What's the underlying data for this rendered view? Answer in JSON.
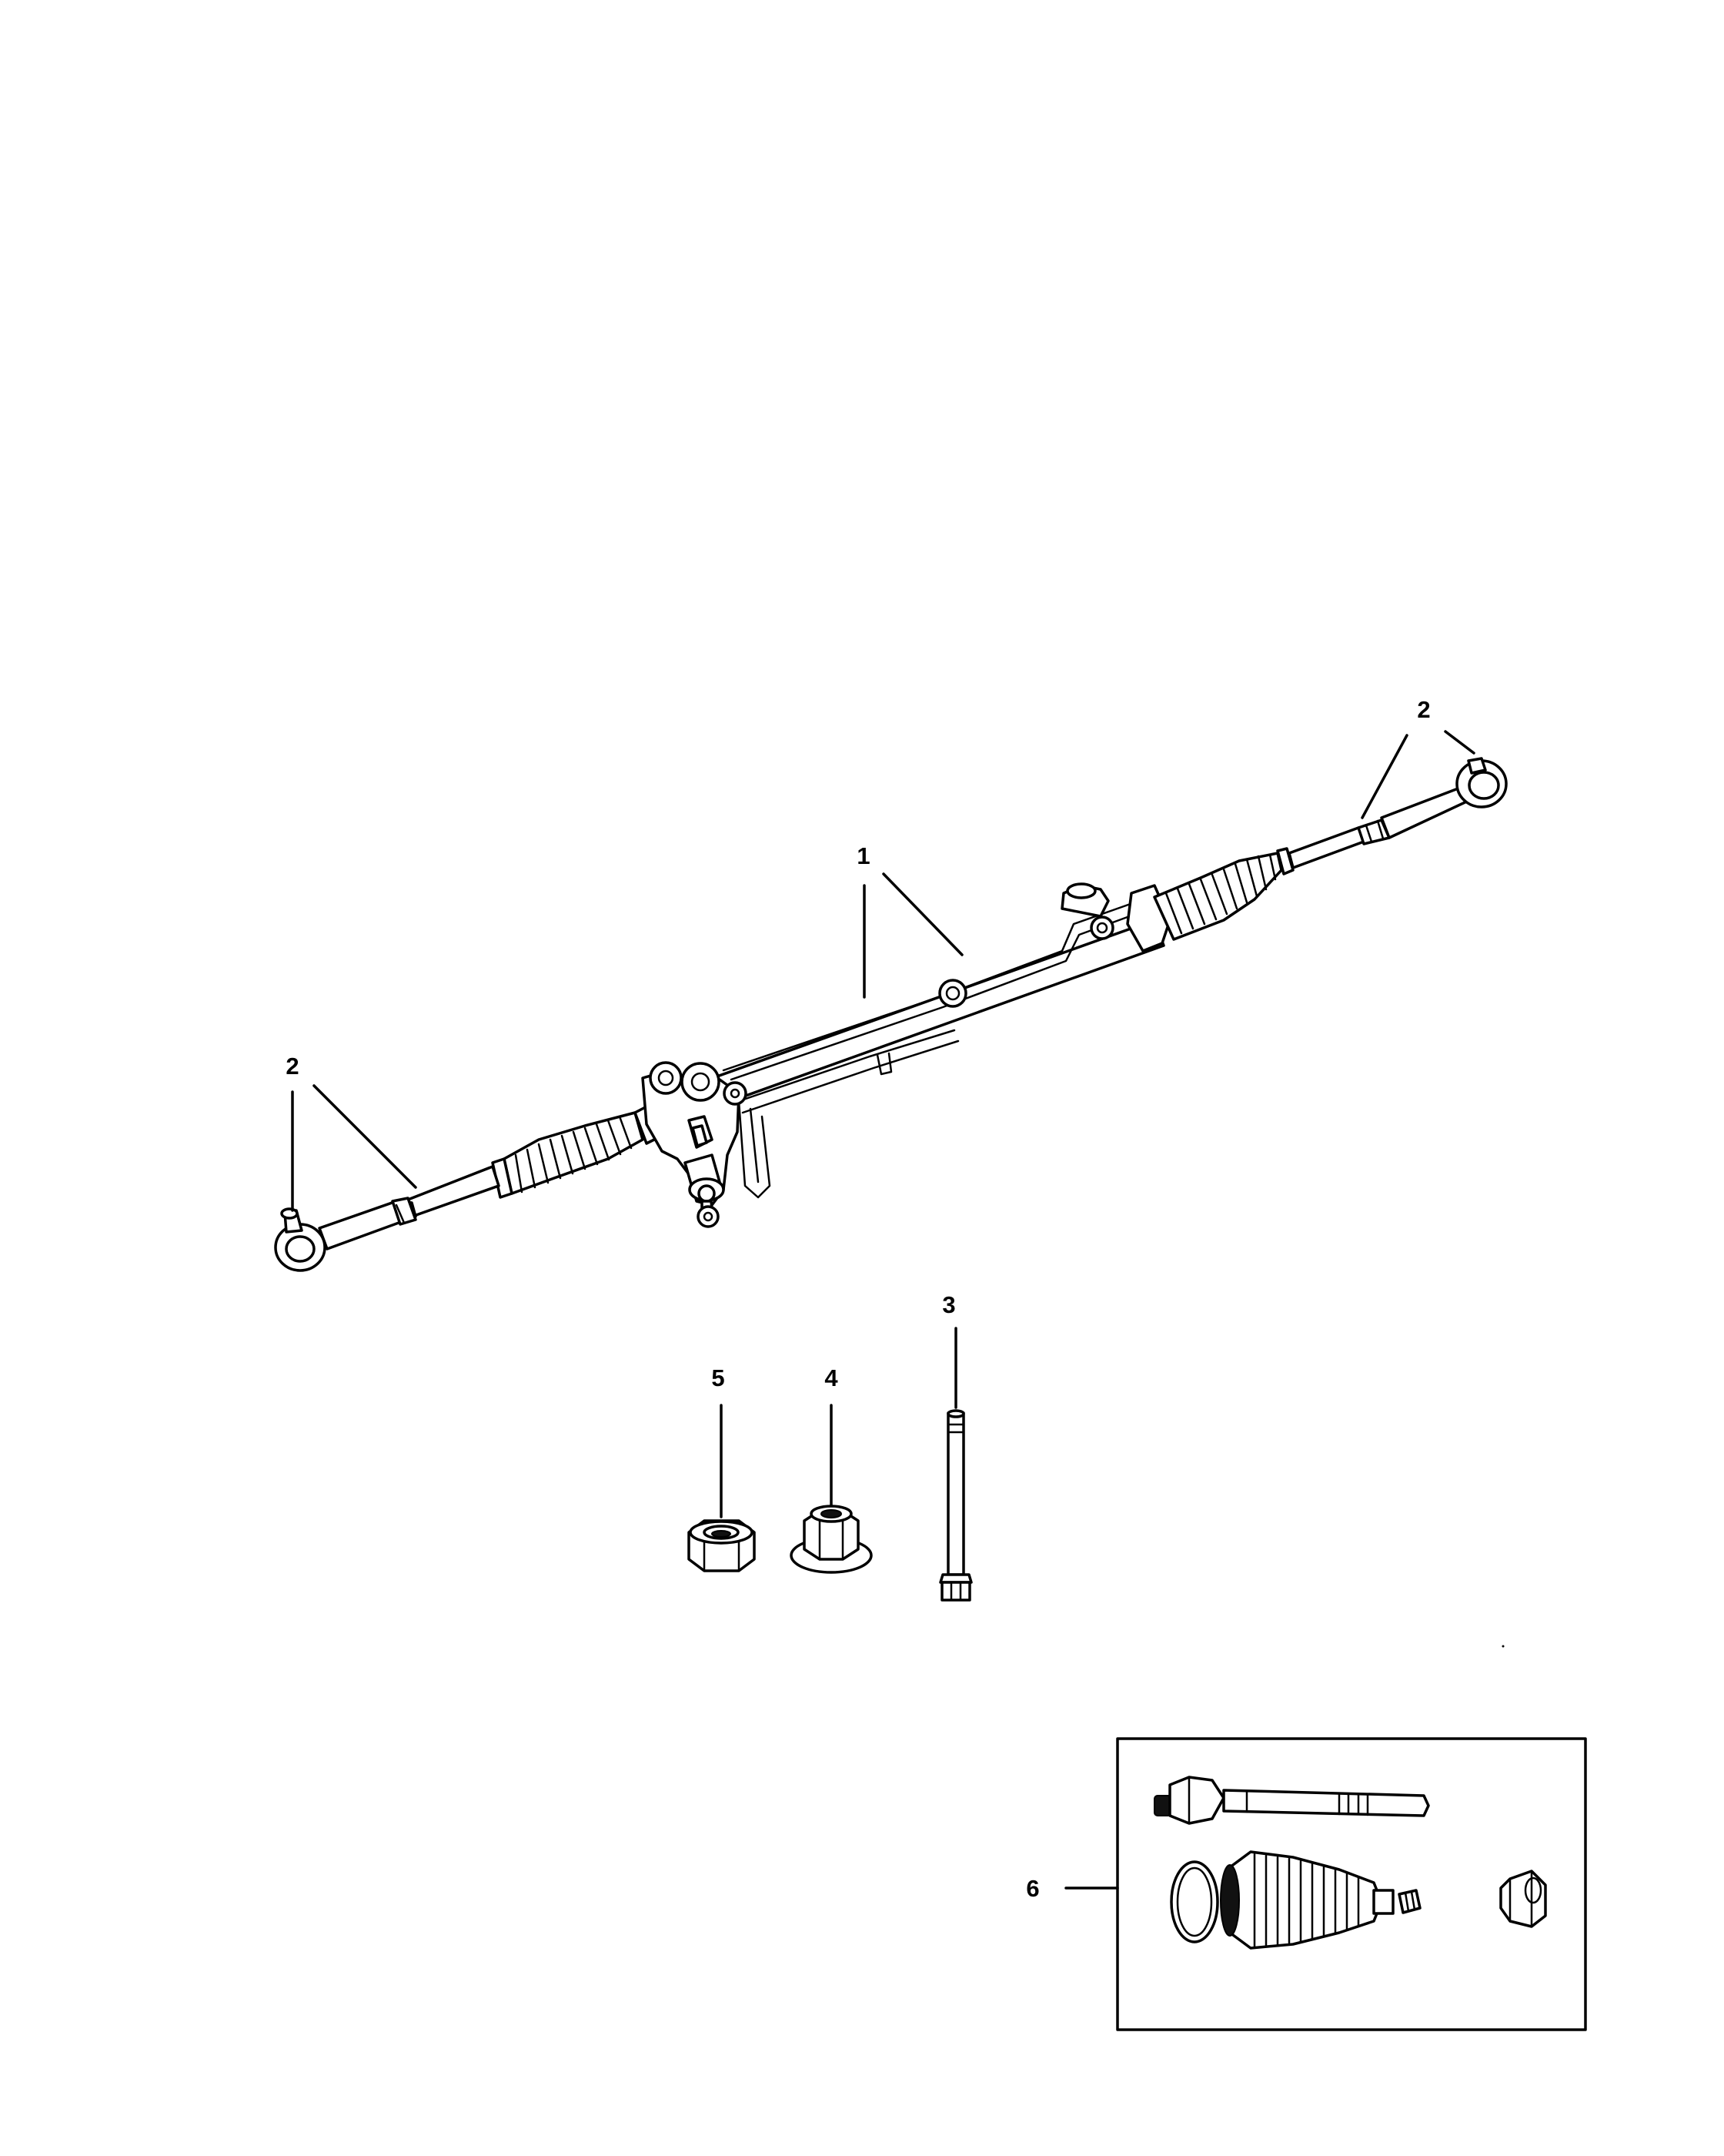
{
  "callouts": {
    "rack_gear": "1",
    "tie_rod_end_left": "2",
    "tie_rod_end_right": "2",
    "bolt": "3",
    "flange_nut": "4",
    "nut": "5",
    "inner_tie_rod_kit": "6"
  },
  "colors": {
    "line": "#000000",
    "background": "#ffffff"
  }
}
